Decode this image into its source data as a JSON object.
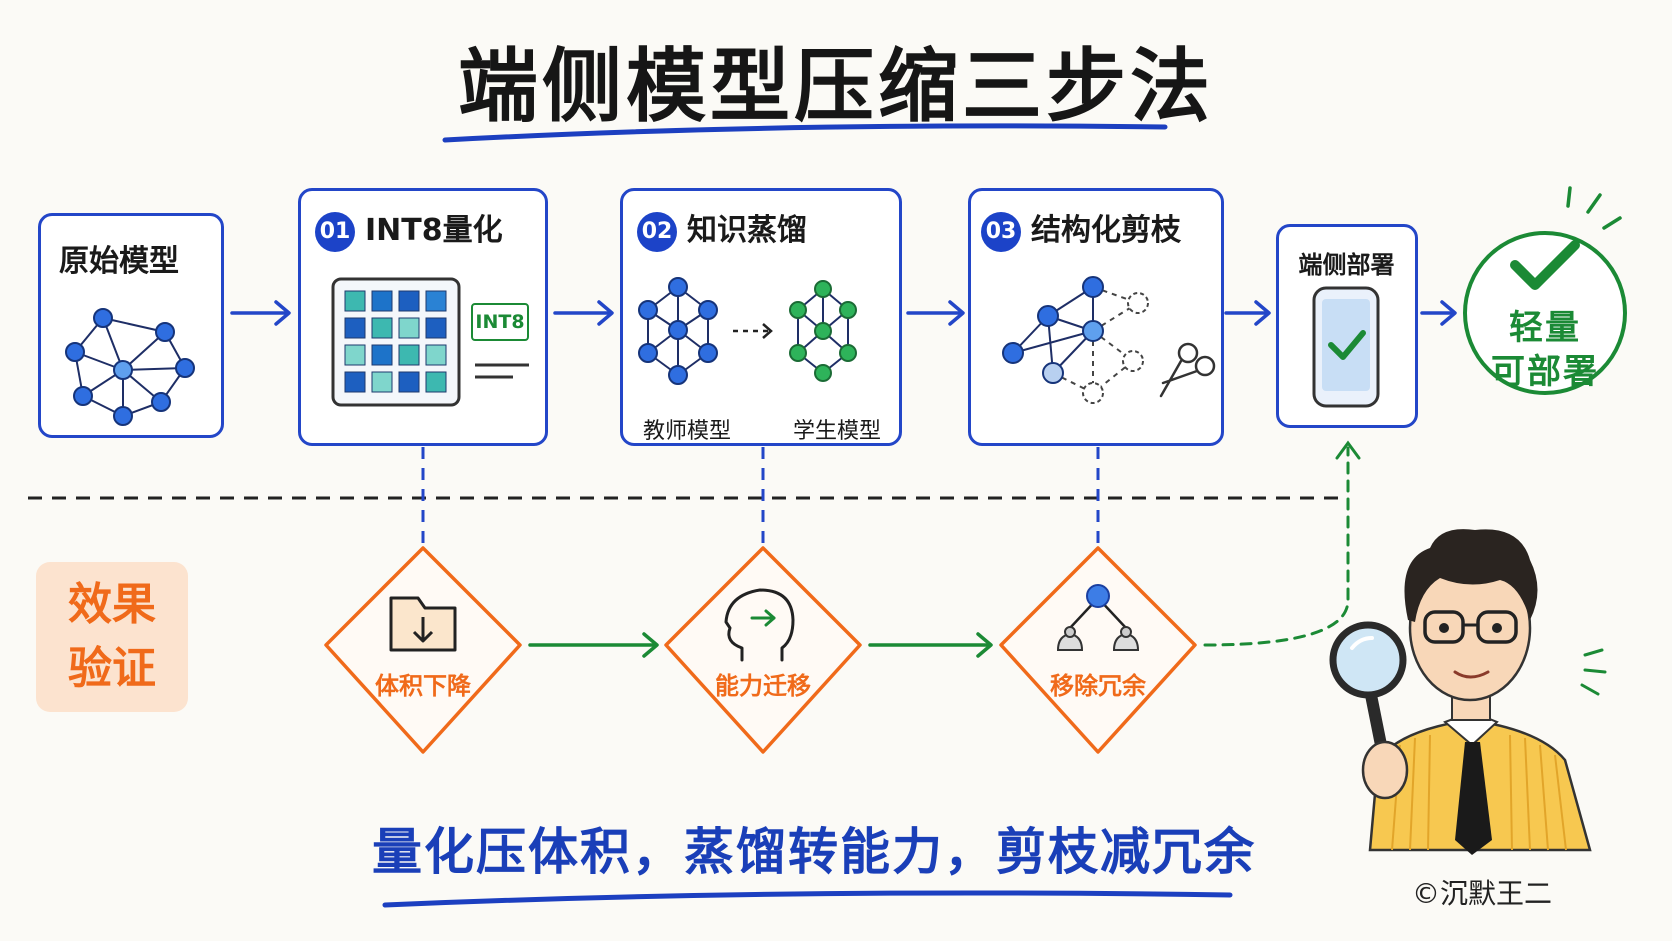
{
  "title": "端侧模型压缩三步法",
  "original_model": {
    "label": "原始模型"
  },
  "steps": [
    {
      "number": "01",
      "label": "INT8量化",
      "chip_text": "INT8"
    },
    {
      "number": "02",
      "label": "知识蒸馏",
      "teacher_label": "教师模型",
      "student_label": "学生模型"
    },
    {
      "number": "03",
      "label": "结构化剪枝"
    }
  ],
  "deployment": {
    "label": "端侧部署"
  },
  "result": {
    "line1": "轻量",
    "line2": "可部署"
  },
  "effects": {
    "box_line1": "效果",
    "box_line2": "验证",
    "items": [
      "体积下降",
      "能力迁移",
      "移除冗余"
    ]
  },
  "slogan": "量化压体积，蒸馏转能力，剪枝减冗余",
  "copyright": "©沉默王二",
  "colors": {
    "blue": "#2346c8",
    "orange": "#f06a1a",
    "green": "#1b8a35",
    "peach": "#fce3cf"
  },
  "icons": [
    "neural-network-icon",
    "int8-grid-icon",
    "scissors-icon",
    "phone-icon",
    "checkmark-icon",
    "folder-download-icon",
    "head-transfer-icon",
    "tree-prune-icon",
    "magnifier-character"
  ]
}
